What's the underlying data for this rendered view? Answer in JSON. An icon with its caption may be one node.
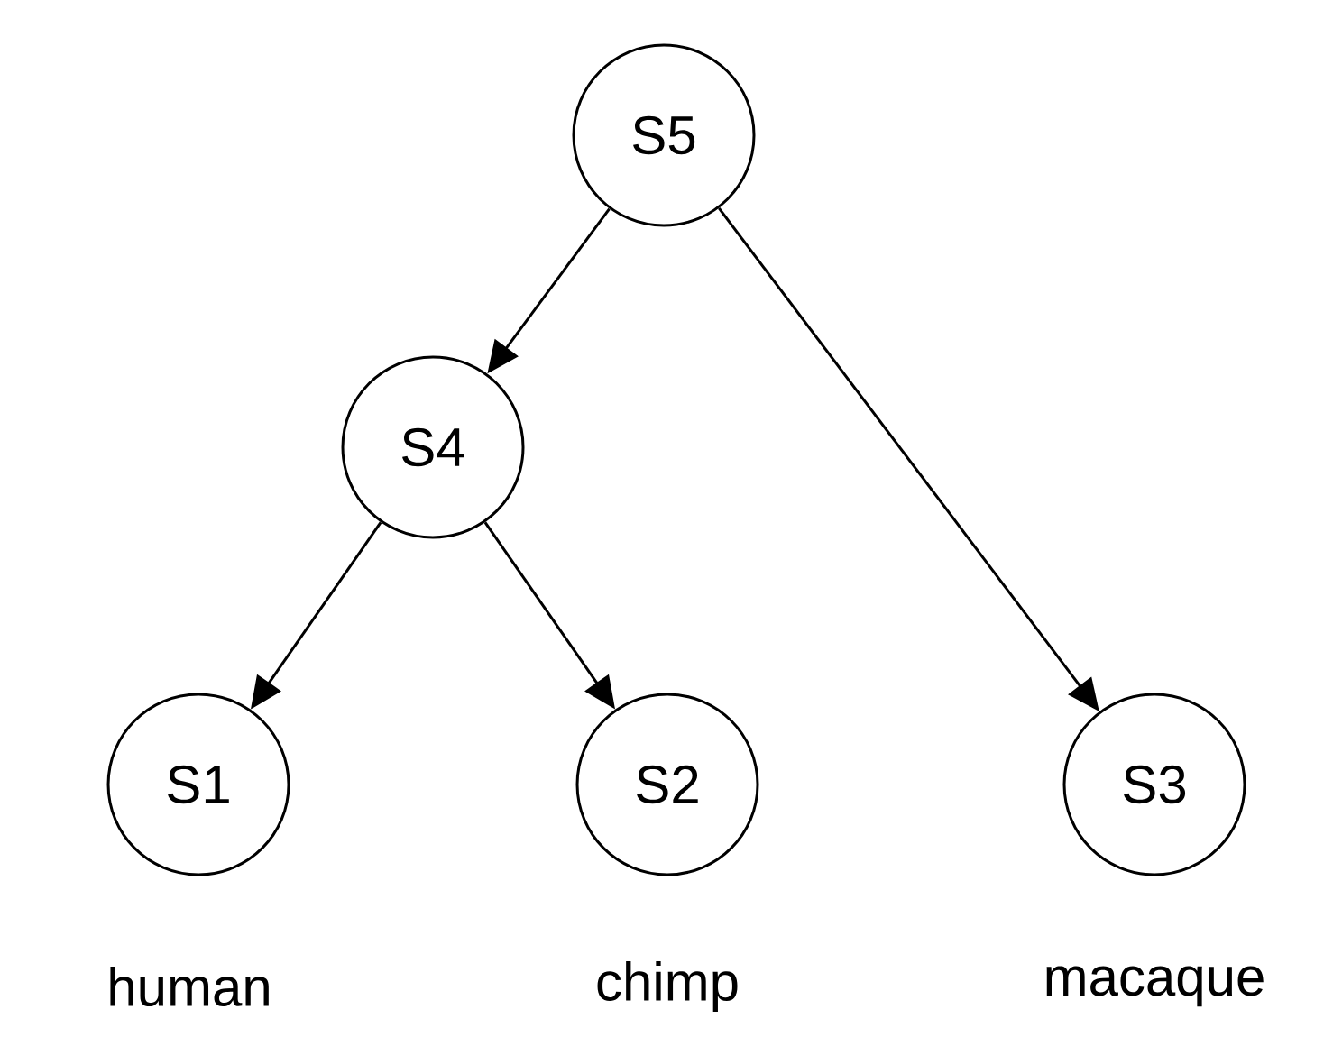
{
  "diagram": {
    "nodes": [
      {
        "text": [
          "S5"
        ]
      },
      {
        "text": [
          "S4"
        ]
      },
      {
        "text": [
          "S1"
        ],
        "beside": [
          "human"
        ]
      },
      {
        "text": [
          "S2"
        ],
        "beside": [
          "chimp"
        ]
      },
      {
        "text": [
          "S3"
        ],
        "beside": [
          "macaque"
        ]
      }
    ],
    "edges": [
      {
        "from": 0,
        "to": 1,
        "arrow": "to"
      },
      {
        "from": 0,
        "to": 4,
        "arrow": "to"
      },
      {
        "from": 1,
        "to": 2,
        "arrow": "to"
      },
      {
        "from": 1,
        "to": 3,
        "arrow": "to"
      }
    ]
  }
}
